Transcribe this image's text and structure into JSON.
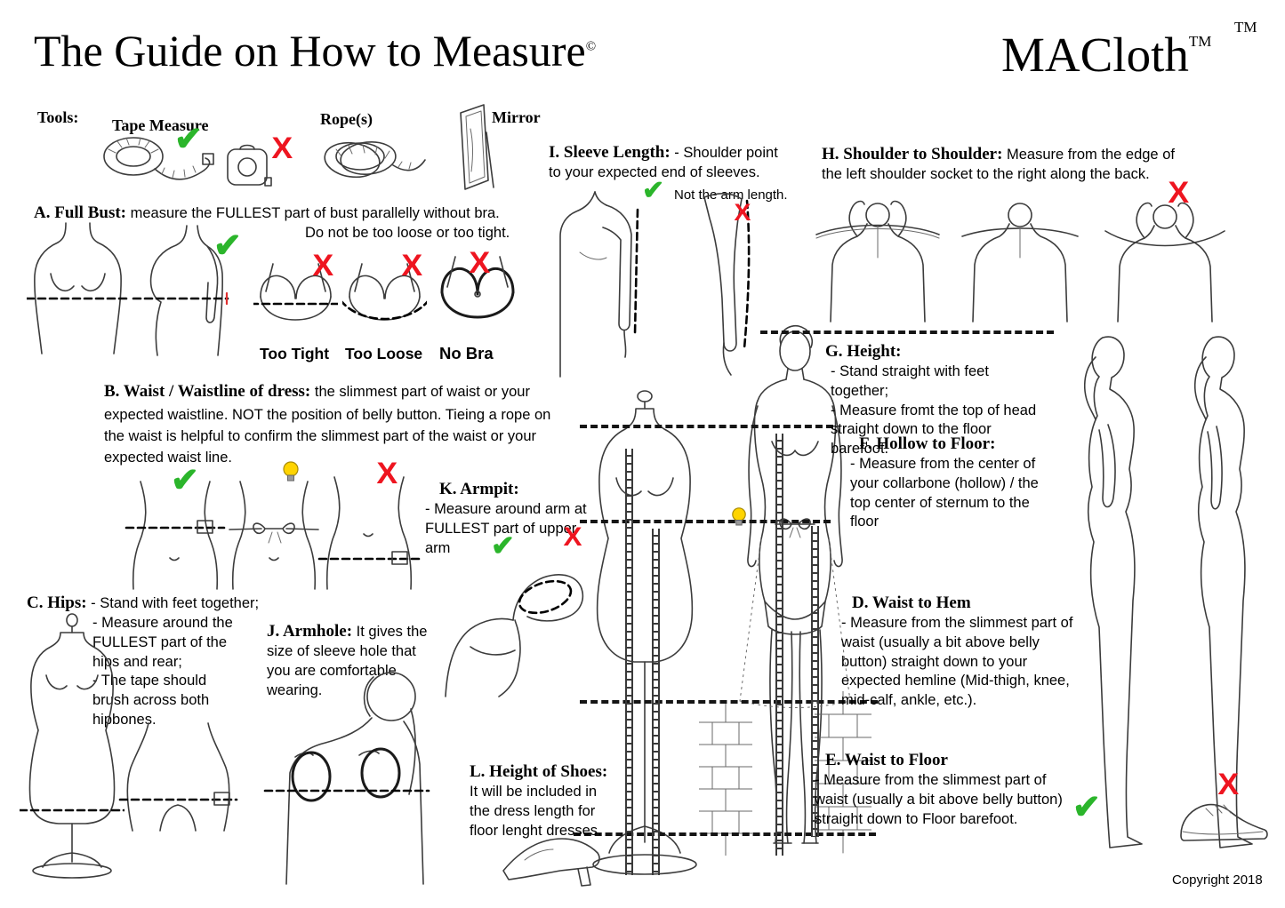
{
  "page": {
    "title": "The Guide on How to Measure",
    "title_mark": "©",
    "brand": "MACloth",
    "brand_mark": "TM",
    "copyright": "Copyright 2018"
  },
  "colors": {
    "check_green": "#2bb52b",
    "cross_red": "#ee1520",
    "bulb_yellow": "#ffd400"
  },
  "tools": {
    "label": "Tools:",
    "tape_measure_label": "Tape Measure",
    "rope_label": "Rope(s)",
    "mirror_label": "Mirror"
  },
  "sections": {
    "full_bust": {
      "title": "A. Full Bust:",
      "text1": "measure the FULLEST part of bust parallelly without bra.",
      "text2": "Do not be too loose or too tight.",
      "caption_tight": "Too Tight",
      "caption_loose": "Too Loose",
      "caption_nobra": "No Bra"
    },
    "waist": {
      "title": "B. Waist / Waistline of dress:",
      "text": "the slimmest part of waist or your expected waistline. NOT the position of belly button. Tieing a rope on the waist is helpful to confirm the slimmest part of the waist or your expected waist line."
    },
    "hips": {
      "title": "C. Hips:",
      "line1": "- Stand with feet together;",
      "line2": "- Measure around the FULLEST part of the hips and rear;",
      "line3": "- The tape should brush across both hipbones."
    },
    "armhole": {
      "title": "J. Armhole:",
      "text": "It gives the size of sleeve hole that you are comfortable wearing."
    },
    "sleeve": {
      "title": "I. Sleeve Length:",
      "text": "- Shoulder point to your expected end of sleeves.",
      "note": "Not the arm length."
    },
    "shoulder": {
      "title": "H. Shoulder to Shoulder:",
      "text": "Measure from the edge of the left shoulder socket to the right along the back."
    },
    "height": {
      "title": "G. Height:",
      "line1": "- Stand straight with feet together;",
      "line2": "- Measure fromt the top of head straight down to the floor barefoot."
    },
    "hollow": {
      "title": "F. Hollow to Floor:",
      "text": "- Measure from the center of your collarbone (hollow) / the top center of sternum to the floor"
    },
    "armpit": {
      "title": "K. Armpit:",
      "text": "- Measure around arm at FULLEST part of upper arm"
    },
    "waist_to_hem": {
      "title": "D. Waist to Hem",
      "text": "- Measure from the slimmest part of waist (usually a bit above belly button) straight down to your expected hemline (Mid-thigh, knee, mid-calf, ankle, etc.)."
    },
    "waist_to_floor": {
      "title": "E. Waist to Floor",
      "text": "- Measure from the slimmest part of waist (usually a bit above belly button) straight down to Floor barefoot."
    },
    "shoes": {
      "title": "L. Height of Shoes:",
      "text": "It will be included in the dress length for floor lenght dresses."
    }
  }
}
